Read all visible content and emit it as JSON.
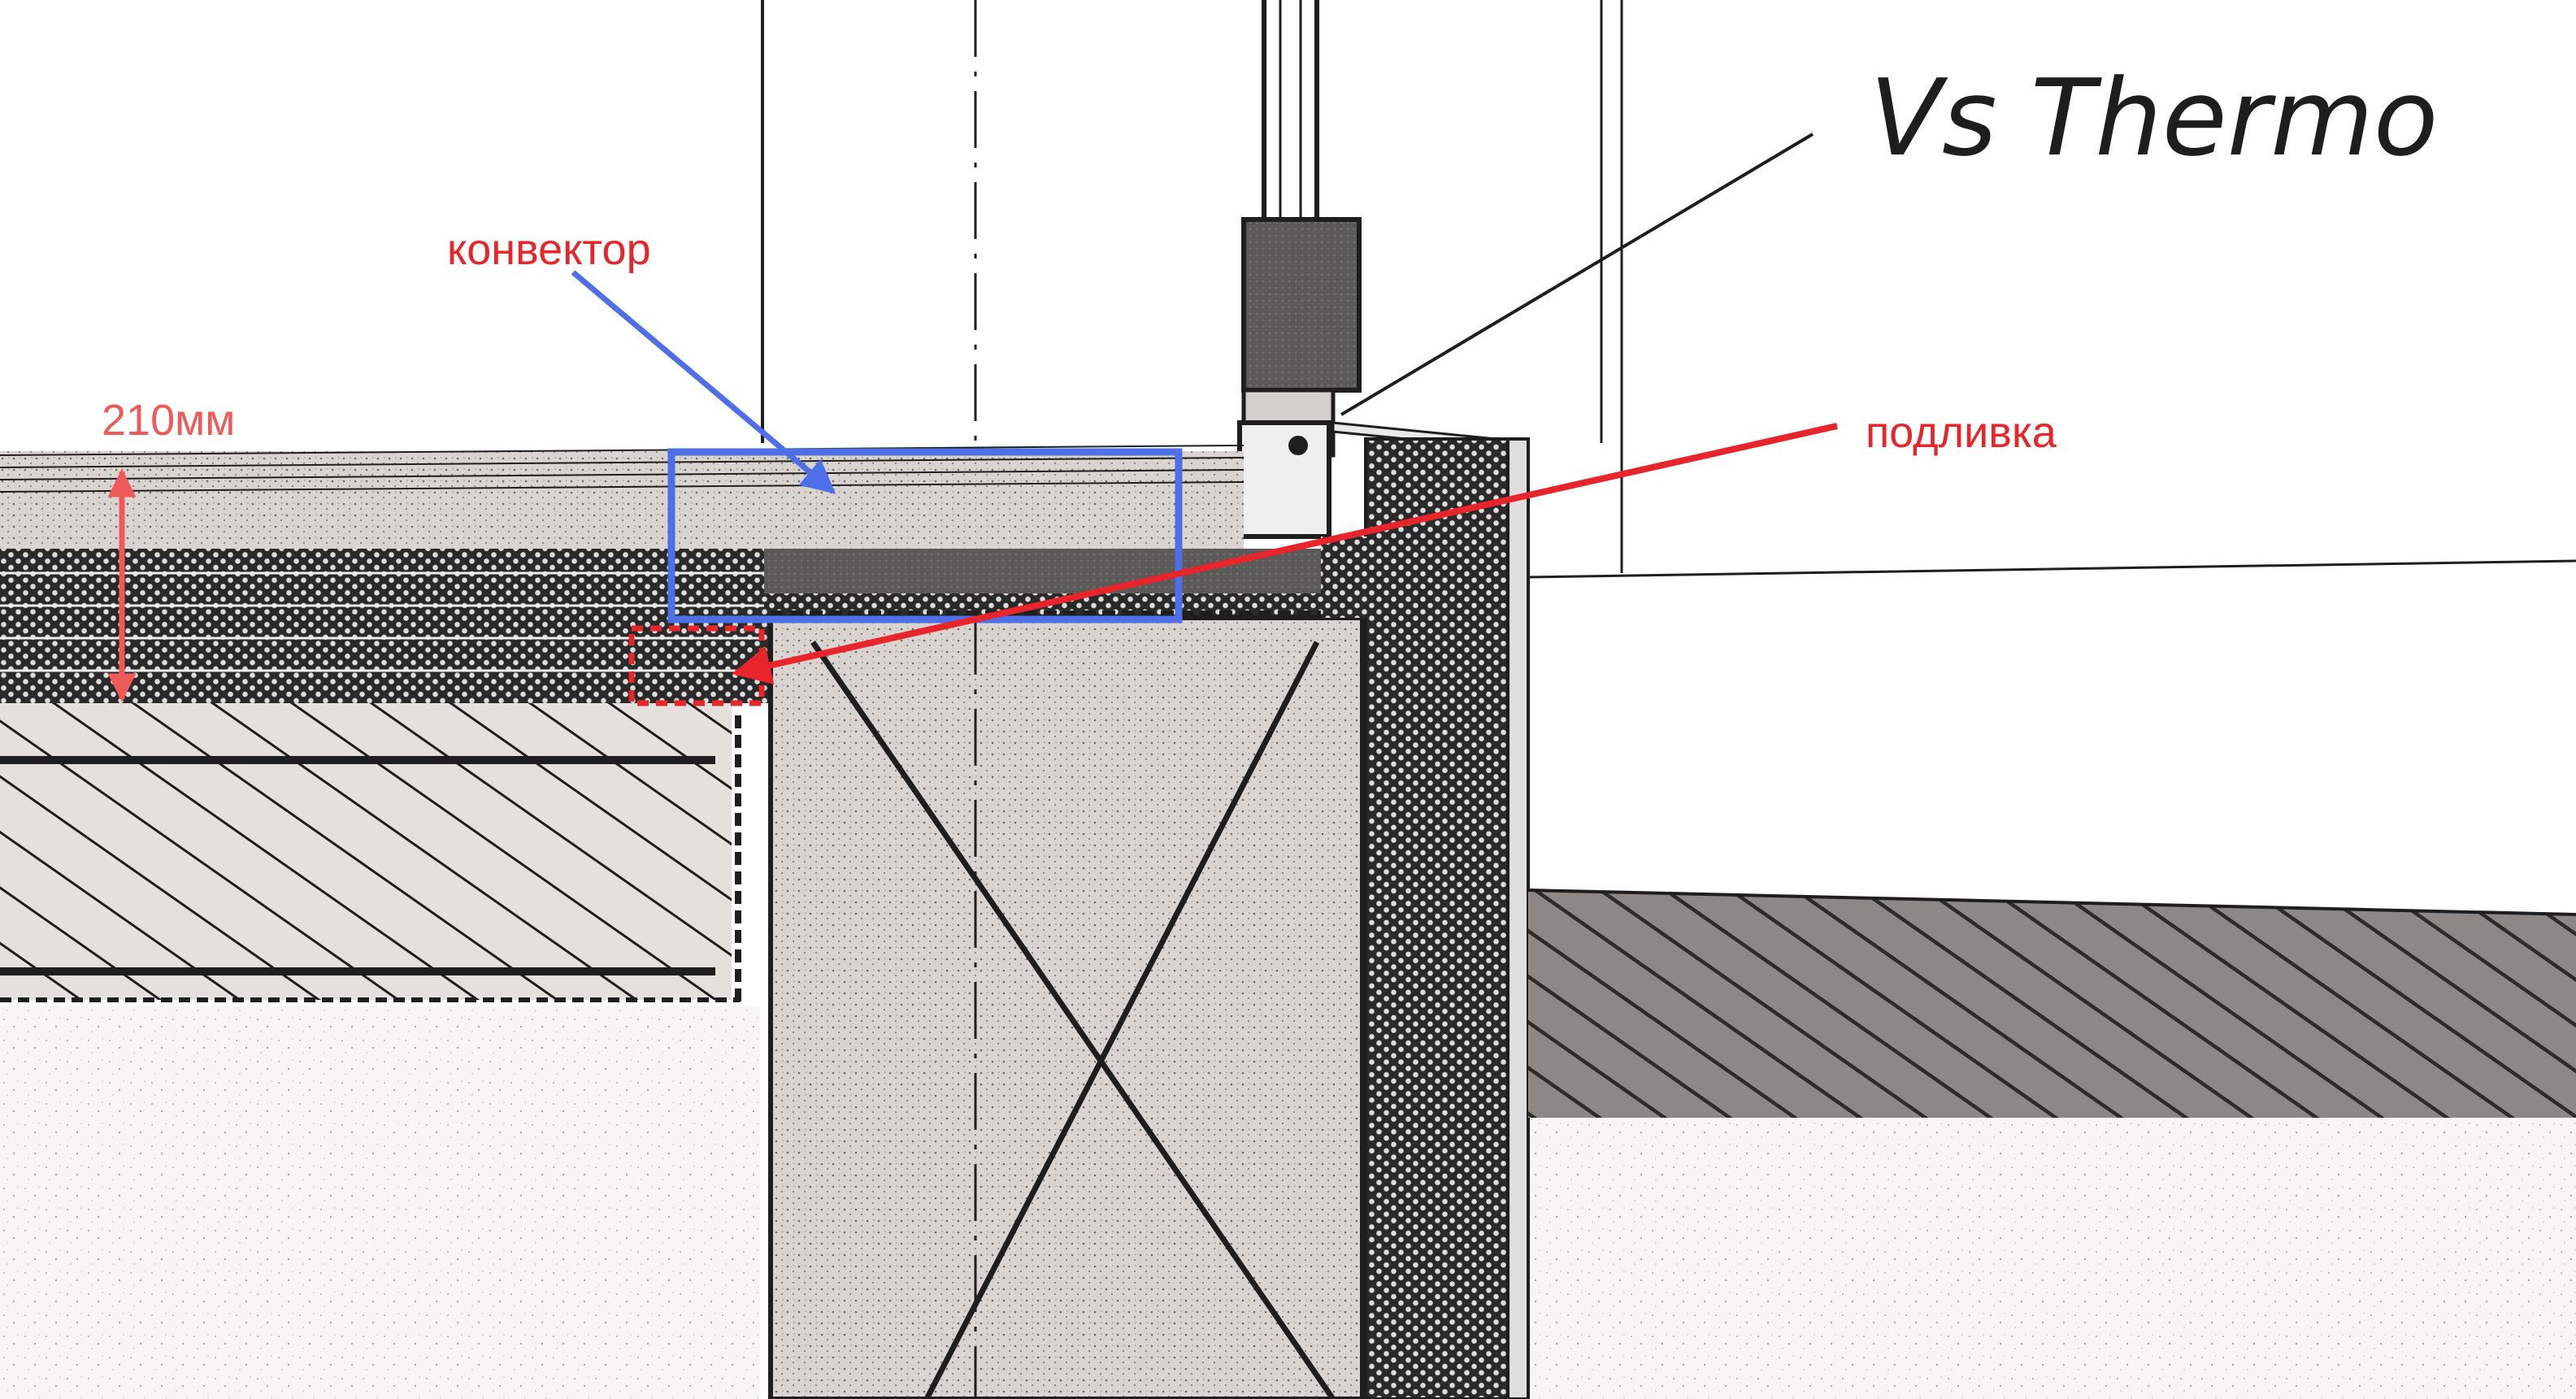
{
  "labels": {
    "product": "Vs Thermo",
    "convector": "конвектор",
    "grout": "подливка",
    "thickness": "210мм"
  },
  "colors": {
    "annotation_red": "#e8252a",
    "convector_blue": "#4f6fe8",
    "dimension_red": "#ee5a5a",
    "ink": "#1e1e1e",
    "paper": "#ffffff"
  }
}
